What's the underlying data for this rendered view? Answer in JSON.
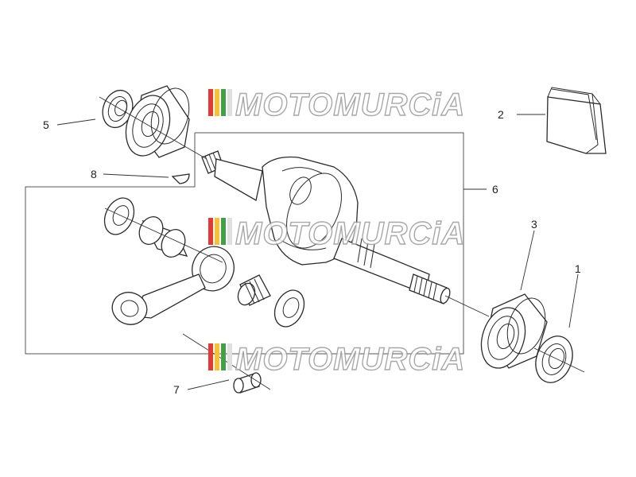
{
  "watermark": {
    "text": "MOTOMURCiA",
    "stripe_colors": [
      "#e53935",
      "#fbc02d",
      "#43a047",
      "#e0e0e0"
    ]
  },
  "callouts": [
    {
      "id": "1",
      "label": "1"
    },
    {
      "id": "2",
      "label": "2"
    },
    {
      "id": "3",
      "label": "3"
    },
    {
      "id": "5",
      "label": "5"
    },
    {
      "id": "6",
      "label": "6"
    },
    {
      "id": "7",
      "label": "7"
    },
    {
      "id": "8",
      "label": "8"
    }
  ]
}
